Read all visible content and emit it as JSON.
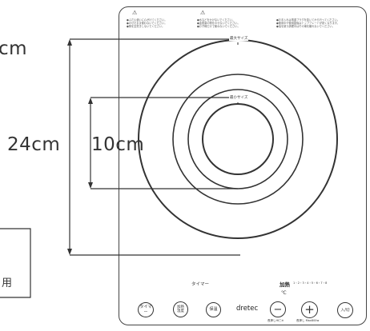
{
  "dimensions": {
    "outer_label_fragment": "cm",
    "outer_label": "24cm",
    "inner_label": "10cm",
    "left_box_fragment": "用"
  },
  "rings": {
    "max_size_label": "最大サイズ",
    "min_size_label": "最小サイズ"
  },
  "warnings": {
    "col1": [
      "●ふだん使いに心がけてください。",
      "●のせたまま使わないでください。",
      "●鍋を空焚きしないでください。"
    ],
    "col2": [
      "●水などをかけないでください。",
      "●金属製の物をのせないでください。",
      "●お子様だけで使わないでください。"
    ],
    "col3": [
      "●お手入れは電源プラグを抜いてから行ってください。",
      "●使用中や使用直後はトッププレートが熱くなります。",
      "●油を使う調理中はその場を離れないでください。"
    ]
  },
  "controls": {
    "timer_label": "タイマー",
    "heat_label": "加熱",
    "heat_levels": "1・2・3・4・5・6・7・8",
    "celsius": "℃",
    "brand": "dretec",
    "buttons": {
      "timer": "タイマー",
      "heat_mode": "加熱\n温度",
      "keep_warm": "保温",
      "minus": "−",
      "plus": "+",
      "power": "入/切"
    },
    "minus_sub": "長押しHI□✕",
    "plus_sub": "長押し Max800w"
  }
}
